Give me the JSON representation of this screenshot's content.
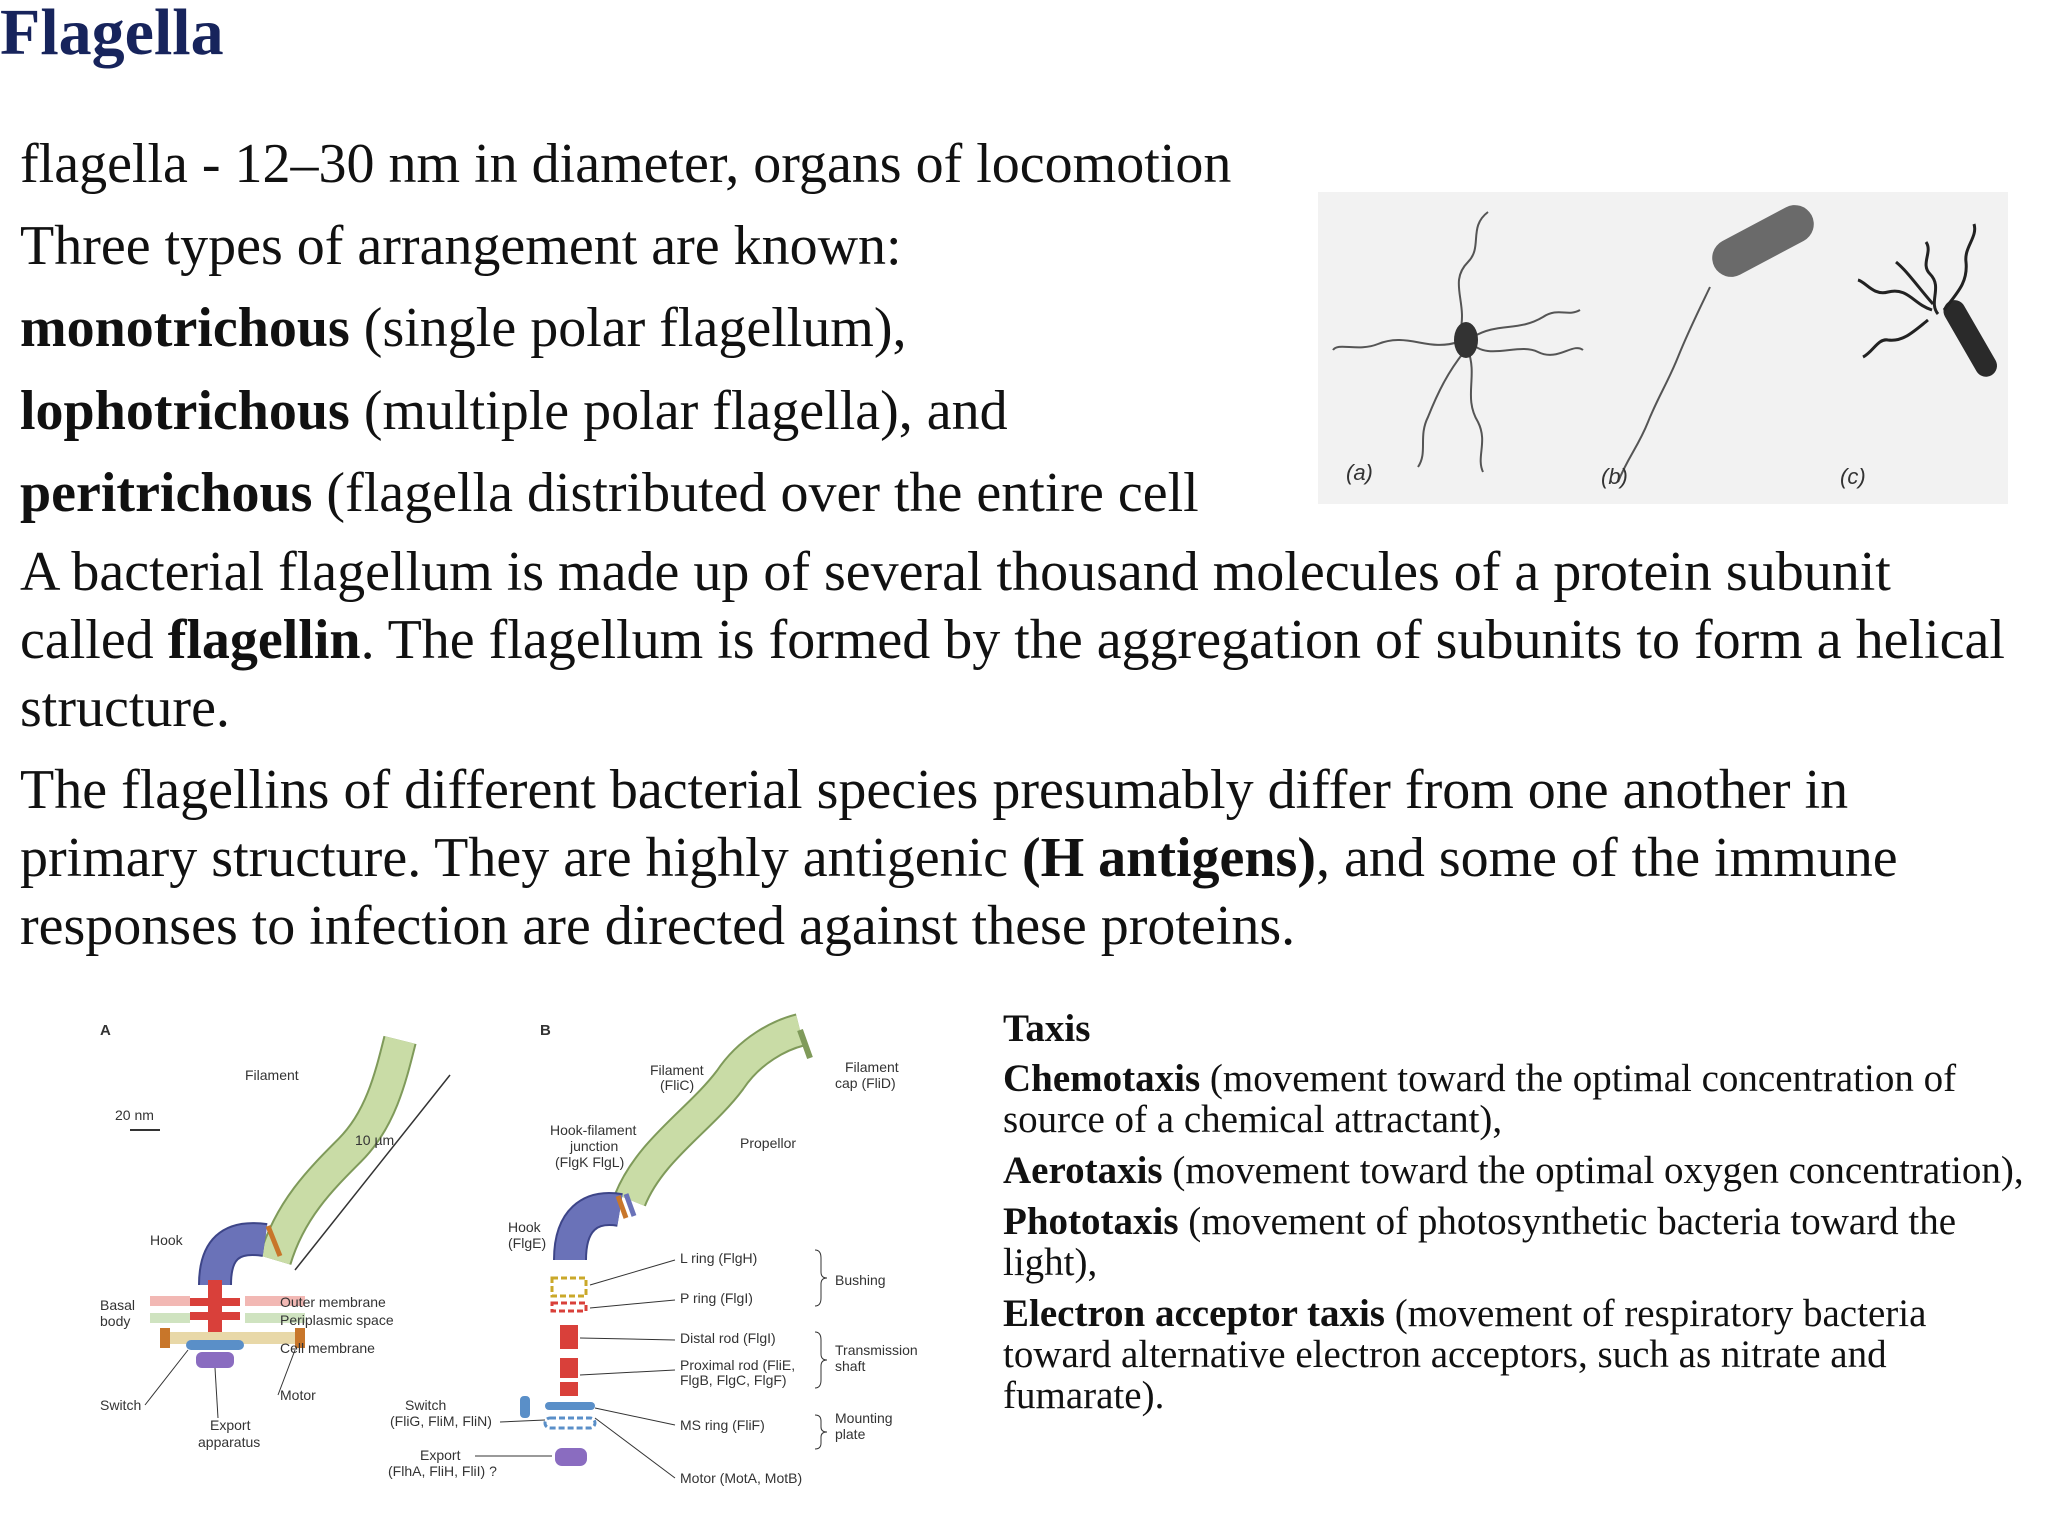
{
  "title": "Flagella",
  "lines": {
    "line1": "flagella - 12–30 nm in diameter, organs of locomotion",
    "line2": "Three types of arrangement are known:",
    "mono_term": "monotrichous",
    "mono_desc": " (single polar flagellum),",
    "lopho_term": "lophotrichous",
    "lopho_desc": " (multiple polar flagella), and",
    "peri_term": "peritrichous",
    "peri_desc": " (flagella distributed over the entire cell"
  },
  "para1": {
    "pre": "A bacterial flagellum is made up of several thousand molecules of a protein subunit called ",
    "bold": "flagellin",
    "post": ". The flagellum is formed by the aggregation of subunits to form a helical structure."
  },
  "para2": {
    "pre": "The flagellins of different bacterial species presumably differ from one another in primary structure. They are highly antigenic ",
    "bold": "(H antigens)",
    "post": ", and some of the immune responses to infection are directed against these proteins."
  },
  "photo_labels": {
    "a": "(a)",
    "b": "(b)",
    "c": "(c)"
  },
  "diagram": {
    "panel_a": "A",
    "panel_b": "B",
    "filament": "Filament",
    "scale_20nm": "20 nm",
    "scale_10um": "10 µm",
    "hook": "Hook",
    "basal_body_1": "Basal",
    "basal_body_2": "body",
    "outer_membrane": "Outer membrane",
    "periplasmic_space": "Periplasmic space",
    "cell_membrane": "Cell membrane",
    "switch": "Switch",
    "motor": "Motor",
    "export_1": "Export",
    "export_2": "apparatus",
    "b_filament_1": "Filament",
    "b_filament_2": "(FliC)",
    "b_cap_1": "Filament",
    "b_cap_2": "cap (FliD)",
    "b_hfj_1": "Hook-filament",
    "b_hfj_2": "junction",
    "b_hfj_3": "(FlgK  FlgL)",
    "b_propellor": "Propellor",
    "b_hook_1": "Hook",
    "b_hook_2": "(FlgE)",
    "b_lring": "L ring (FlgH)",
    "b_pring": "P ring (FlgI)",
    "b_bushing": "Bushing",
    "b_distal": "Distal rod (FlgI)",
    "b_prox_1": "Proximal rod (FliE,",
    "b_prox_2": "FlgB, FlgC, FlgF)",
    "b_trans_1": "Transmission",
    "b_trans_2": "shaft",
    "b_switch_1": "Switch",
    "b_switch_2": "(FliG, FliM, FliN)",
    "b_msring": "MS ring (FliF)",
    "b_mount_1": "Mounting",
    "b_mount_2": "plate",
    "b_export_1": "Export",
    "b_export_2": "(FlhA, FliH, FliI) ?",
    "b_motor": "Motor (MotA, MotB)"
  },
  "taxis": {
    "heading": "Taxis",
    "items": [
      {
        "term": "Chemotaxis",
        "desc": " (movement toward the optimal concentration of source of a chemical attractant),"
      },
      {
        "term": "Aerotaxis",
        "desc": " (movement toward the optimal oxygen concentration),"
      },
      {
        "term": "Phototaxis",
        "desc": " (movement of photosynthetic bacteria toward the light),"
      },
      {
        "term": "Electron acceptor taxis",
        "desc": " (movement of respiratory bacteria toward alternative electron acceptors, such as nitrate and fumarate)."
      }
    ]
  },
  "colors": {
    "title": "#17245c",
    "filament": "#c9dca6",
    "hook": "#6a72b8",
    "ring": "#d9403a",
    "ring_light": "#f2b8b4",
    "switch": "#5a8fc8",
    "export": "#8a6cc0",
    "motor_orange": "#c8762a"
  }
}
